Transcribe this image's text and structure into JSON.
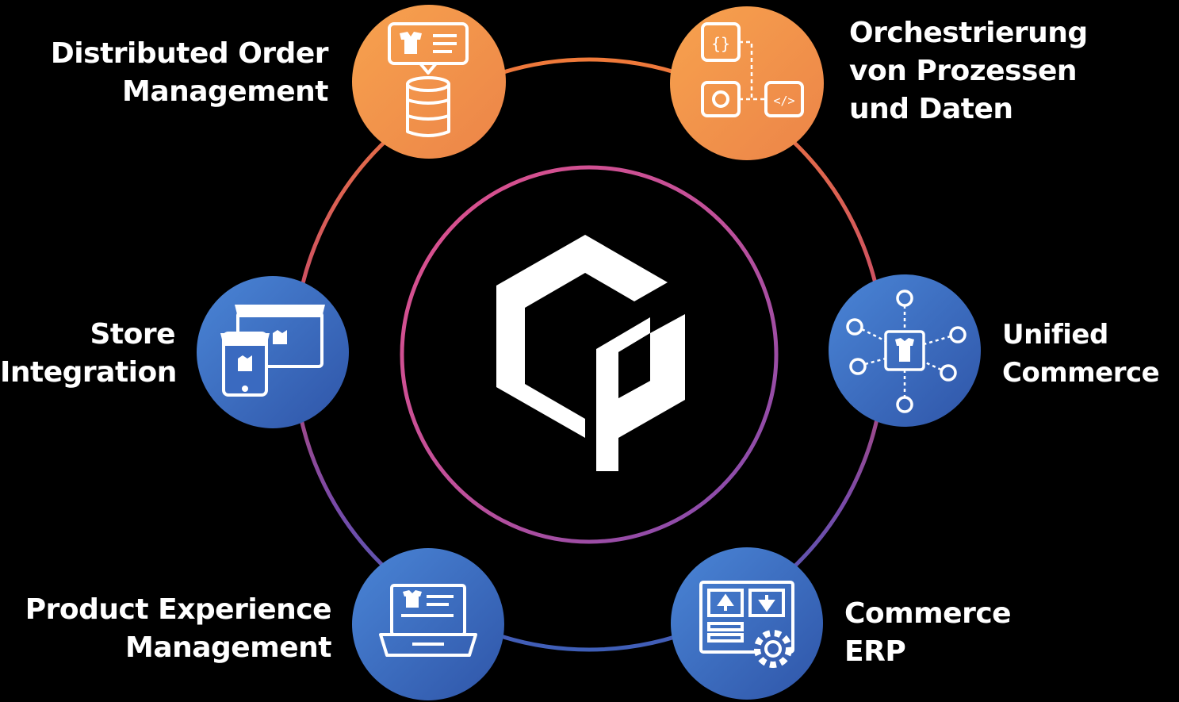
{
  "colors": {
    "background": "#000000",
    "orange": "#f0904a",
    "blue": "#3565b4",
    "ring_top": "#f07a3a",
    "ring_bottom": "#3f5fb8",
    "inner_ring": "#c8478e"
  },
  "center_logo": {
    "icon": "cube-logo-icon"
  },
  "nodes": {
    "distributed_order": {
      "icon": "order-database-icon",
      "lines": [
        "Distributed Order",
        "Management"
      ]
    },
    "orchestration": {
      "icon": "process-flow-icon",
      "lines": [
        "Orchestrierung",
        "von Prozessen",
        "und Daten"
      ]
    },
    "store_integration": {
      "icon": "storefront-devices-icon",
      "lines": [
        "Store",
        "Integration"
      ]
    },
    "unified_commerce": {
      "icon": "network-hub-icon",
      "lines": [
        "Unified",
        "Commerce"
      ]
    },
    "pxm": {
      "icon": "laptop-product-icon",
      "lines": [
        "Product Experience",
        "Management"
      ]
    },
    "commerce_erp": {
      "icon": "erp-gear-icon",
      "lines": [
        "Commerce",
        "ERP"
      ]
    }
  }
}
